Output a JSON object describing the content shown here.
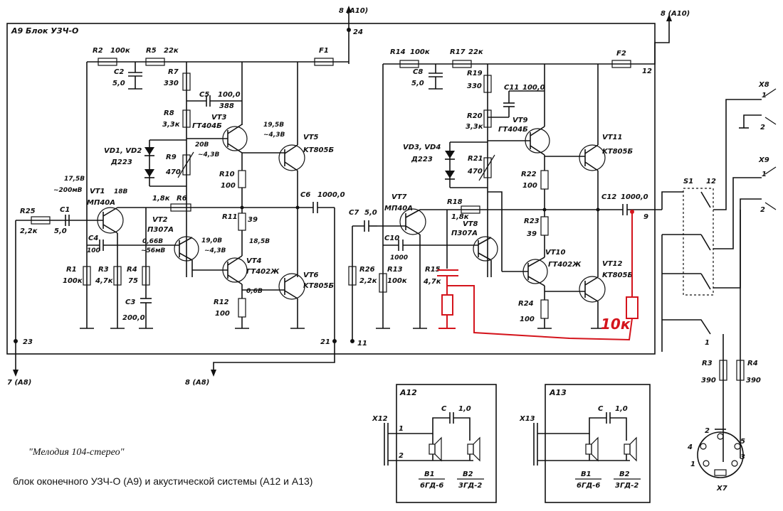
{
  "blocks": {
    "a9": "A9 Блок УЗЧ-О",
    "a12": "A12",
    "a13": "A13"
  },
  "ports": {
    "top_left": "8 (A10)",
    "top_right": "8 (A10)",
    "bottom_left": "7 (A8)",
    "bottom_mid": "8 (A8)",
    "pin24": "24",
    "pin12": "12",
    "pin9": "9",
    "pin23": "23",
    "pin21": "21",
    "pin11": "11"
  },
  "left_channel": {
    "r2": "R2",
    "r2v": "100к",
    "r5": "R5",
    "r5v": "22к",
    "c2": "C2",
    "c2v": "5,0",
    "r7": "R7",
    "r7v": "330",
    "c5": "C5",
    "c5v": "100,0",
    "c5b": "388",
    "vt3": "VT3",
    "vt3t": "ГТ404Б",
    "r8": "R8",
    "r8v": "3,3к",
    "vd": "VD1, VD2",
    "vdt": "Д223",
    "r9": "R9",
    "r9v": "470",
    "v20": "20В",
    "v43a": "~4,3В",
    "v195": "19,5В",
    "v43b": "~4,3В",
    "vt5": "VT5",
    "vt5t": "KT805Б",
    "r10": "R10",
    "r10v": "100",
    "c6": "C6",
    "c6v": "1000,0",
    "v175": "17,5В",
    "v200": "~200мВ",
    "vt1": "VT1",
    "vt1t": "МП40А",
    "v18": "18В",
    "r6": "R6",
    "r6v": "1,8к",
    "r25": "R25",
    "r25v": "2,2к",
    "c1": "C1",
    "c1v": "5,0",
    "c4": "C4",
    "c4v": "100",
    "vt2": "VT2",
    "vt2t": "П307А",
    "v066": "0,66В",
    "v56": "~56мВ",
    "r11": "R11",
    "r11v": "39",
    "v19": "19,0В",
    "v43c": "~4,3В",
    "v185": "18,5В",
    "vt4": "VT4",
    "vt4t": "ГТ402Ж",
    "vt6": "VT6",
    "vt6t": "KT805Б",
    "v06": "0,6В",
    "r1": "R1",
    "r1v": "100к",
    "r3": "R3",
    "r3v": "4,7к",
    "r4": "R4",
    "r4v": "75",
    "c3": "C3",
    "c3v": "200,0",
    "r12": "R12",
    "r12v": "100",
    "f1": "F1"
  },
  "right_channel": {
    "r14": "R14",
    "r14v": "100к",
    "r17": "R17",
    "r17v": "22к",
    "c8": "C8",
    "c8v": "5,0",
    "r19": "R19",
    "r19v": "330",
    "c11": "C11",
    "c11v": "100,0",
    "r20": "R20",
    "r20v": "3,3к",
    "vt9": "VT9",
    "vt9t": "ГТ404Б",
    "vt11": "VT11",
    "vt11t": "KT805Б",
    "vd": "VD3, VD4",
    "vdt": "Д223",
    "r21": "R21",
    "r21v": "470",
    "r22": "R22",
    "r22v": "100",
    "f2": "F2",
    "c12": "C12",
    "c12v": "1000,0",
    "vt7": "VT7",
    "vt7t": "МП40А",
    "r18": "R18",
    "r18v": "1,8к",
    "c7": "C7",
    "c7v": "5,0",
    "vt8": "VT8",
    "vt8t": "П307А",
    "c10": "C10",
    "c10v": "1000",
    "r23": "R23",
    "r23v": "39",
    "vt10": "VT10",
    "vt10t": "ГТ402Ж",
    "vt12": "VT12",
    "vt12t": "KT805Б",
    "r26": "R26",
    "r26v": "2,2к",
    "r13": "R13",
    "r13v": "100к",
    "r15": "R15",
    "r15v": "4,7к",
    "r24": "R24",
    "r24v": "100"
  },
  "annotation": "10к",
  "switch": {
    "s1": "S1",
    "s1p": "12",
    "x8": "X8",
    "x9": "X9",
    "p1a": "1",
    "p2a": "2",
    "p1b": "1",
    "p2b": "2",
    "r3": "R3",
    "r3v": "390",
    "r4": "R4",
    "r4v": "390",
    "x7": "X7",
    "x7p2": "2",
    "x7p4": "4",
    "x7p5": "5",
    "x7p1": "1",
    "x7p3": "3",
    "sw_1": "1"
  },
  "speakers_a12": {
    "x": "X12",
    "p1": "1",
    "p2": "2",
    "c": "C",
    "cv": "1,0",
    "b1": "B1",
    "b1t": "6ГД-6",
    "b2": "B2",
    "b2t": "3ГД-2"
  },
  "speakers_a13": {
    "x": "X13",
    "c": "C",
    "cv": "1,0",
    "b1": "B1",
    "b1t": "6ГД-6",
    "b2": "B2",
    "b2t": "3ГД-2"
  },
  "caption": {
    "model": "\"Мелодия 104-стерео\"",
    "desc": "блок  оконечного УЗЧ-О (А9) и акустической системы (А12 и А13)"
  },
  "colors": {
    "ink": "#111111",
    "annotation": "#d4141c"
  }
}
